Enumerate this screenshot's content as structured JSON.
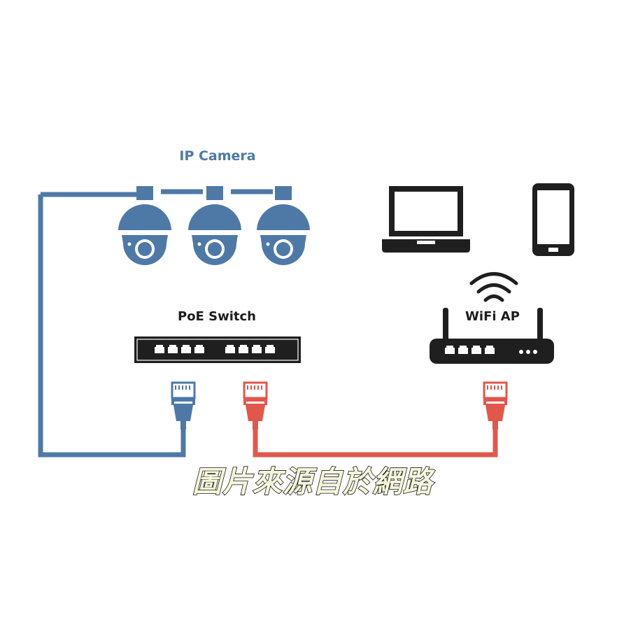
{
  "labels": {
    "ip_camera": "IP Camera",
    "poe_switch": "PoE Switch",
    "wifi_ap": "WiFi AP"
  },
  "watermark": "圖片來源自於網路",
  "colors": {
    "blue_cable": "#4e79a7",
    "red_cable": "#e2574c",
    "device_dark": "#1f1f1f",
    "camera_blue": "#4e79a7"
  },
  "icons": {
    "cameras": [
      "ptz-camera-icon",
      "ptz-camera-icon",
      "ptz-camera-icon"
    ],
    "laptop": "laptop-icon",
    "phone": "smartphone-icon",
    "wifi": "wifi-signal-icon",
    "switch": "network-switch-icon",
    "router": "wifi-router-icon",
    "plugs": [
      "rj45-plug-icon",
      "rj45-plug-icon",
      "rj45-plug-icon"
    ]
  }
}
